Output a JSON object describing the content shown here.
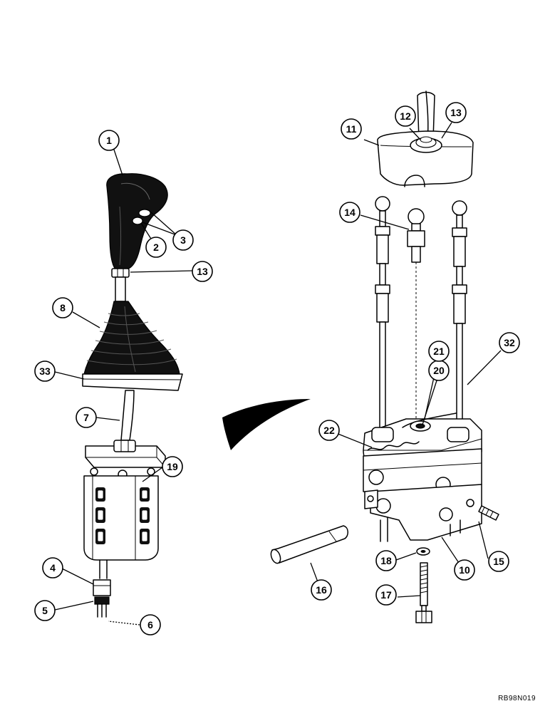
{
  "diagram": {
    "reference_code": "RB98N019",
    "callouts": [
      {
        "id": "c1",
        "label": "1"
      },
      {
        "id": "c2",
        "label": "2"
      },
      {
        "id": "c3",
        "label": "3"
      },
      {
        "id": "c4",
        "label": "4"
      },
      {
        "id": "c5",
        "label": "5"
      },
      {
        "id": "c6",
        "label": "6"
      },
      {
        "id": "c7",
        "label": "7"
      },
      {
        "id": "c8",
        "label": "8"
      },
      {
        "id": "c13a",
        "label": "13"
      },
      {
        "id": "c19",
        "label": "19"
      },
      {
        "id": "c33",
        "label": "33"
      },
      {
        "id": "c11",
        "label": "11"
      },
      {
        "id": "c12",
        "label": "12"
      },
      {
        "id": "c13b",
        "label": "13"
      },
      {
        "id": "c14",
        "label": "14"
      },
      {
        "id": "c15",
        "label": "15"
      },
      {
        "id": "c16",
        "label": "16"
      },
      {
        "id": "c17",
        "label": "17"
      },
      {
        "id": "c18",
        "label": "18"
      },
      {
        "id": "c10",
        "label": "10"
      },
      {
        "id": "c20",
        "label": "20"
      },
      {
        "id": "c21",
        "label": "21"
      },
      {
        "id": "c22",
        "label": "22"
      },
      {
        "id": "c32",
        "label": "32"
      }
    ]
  }
}
